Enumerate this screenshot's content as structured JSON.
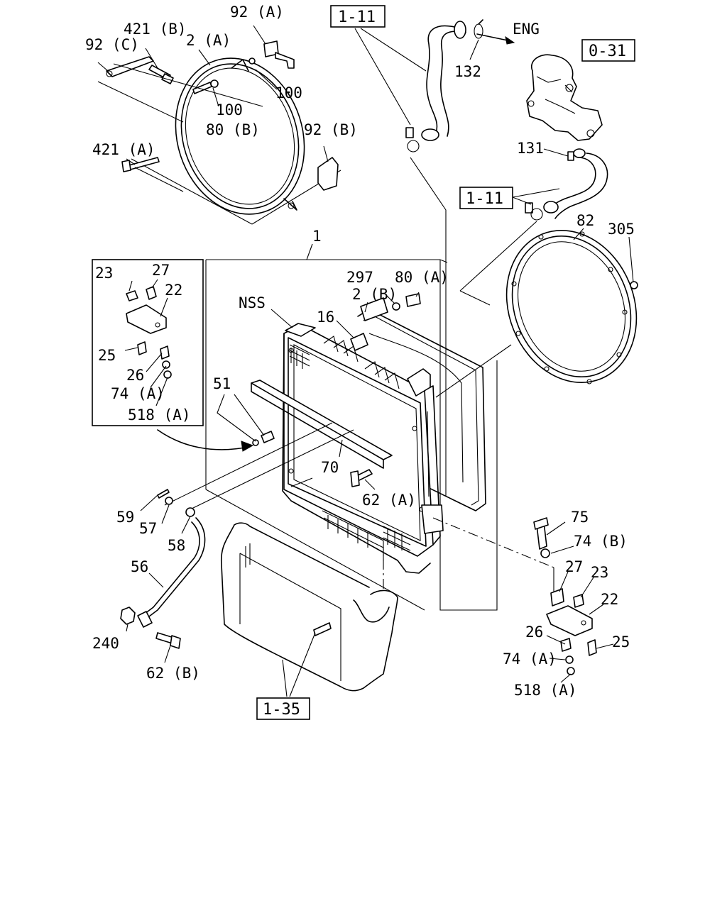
{
  "callouts": {
    "p1": "1",
    "p2a": "2 (A)",
    "p2b": "2 (B)",
    "p16": "16",
    "p22_top": "22",
    "p22_bot": "22",
    "p23_top": "23",
    "p23_bot": "23",
    "p25_top": "25",
    "p25_bot": "25",
    "p26_top": "26",
    "p26_bot": "26",
    "p27_top": "27",
    "p27_bot": "27",
    "p51": "51",
    "p56": "56",
    "p57": "57",
    "p58": "58",
    "p59": "59",
    "p62a": "62 (A)",
    "p62b": "62 (B)",
    "p70": "70",
    "p74a_top": "74 (A)",
    "p74a_bot": "74 (A)",
    "p74b": "74 (B)",
    "p75": "75",
    "p80a": "80 (A)",
    "p80b": "80 (B)",
    "p82": "82",
    "p92a": "92 (A)",
    "p92b": "92 (B)",
    "p92c": "92 (C)",
    "p100_a": "100",
    "p100_b": "100",
    "p131": "131",
    "p132": "132",
    "p240": "240",
    "p297": "297",
    "p305": "305",
    "p421a": "421 (A)",
    "p421b": "421 (B)",
    "p518a_top": "518 (A)",
    "p518a_bot": "518 (A)",
    "nss": "NSS",
    "eng": "ENG"
  },
  "references": {
    "ref_1_11_top": "1-11",
    "ref_1_11_mid": "1-11",
    "ref_0_31": "0-31",
    "ref_1_35": "1-35"
  }
}
